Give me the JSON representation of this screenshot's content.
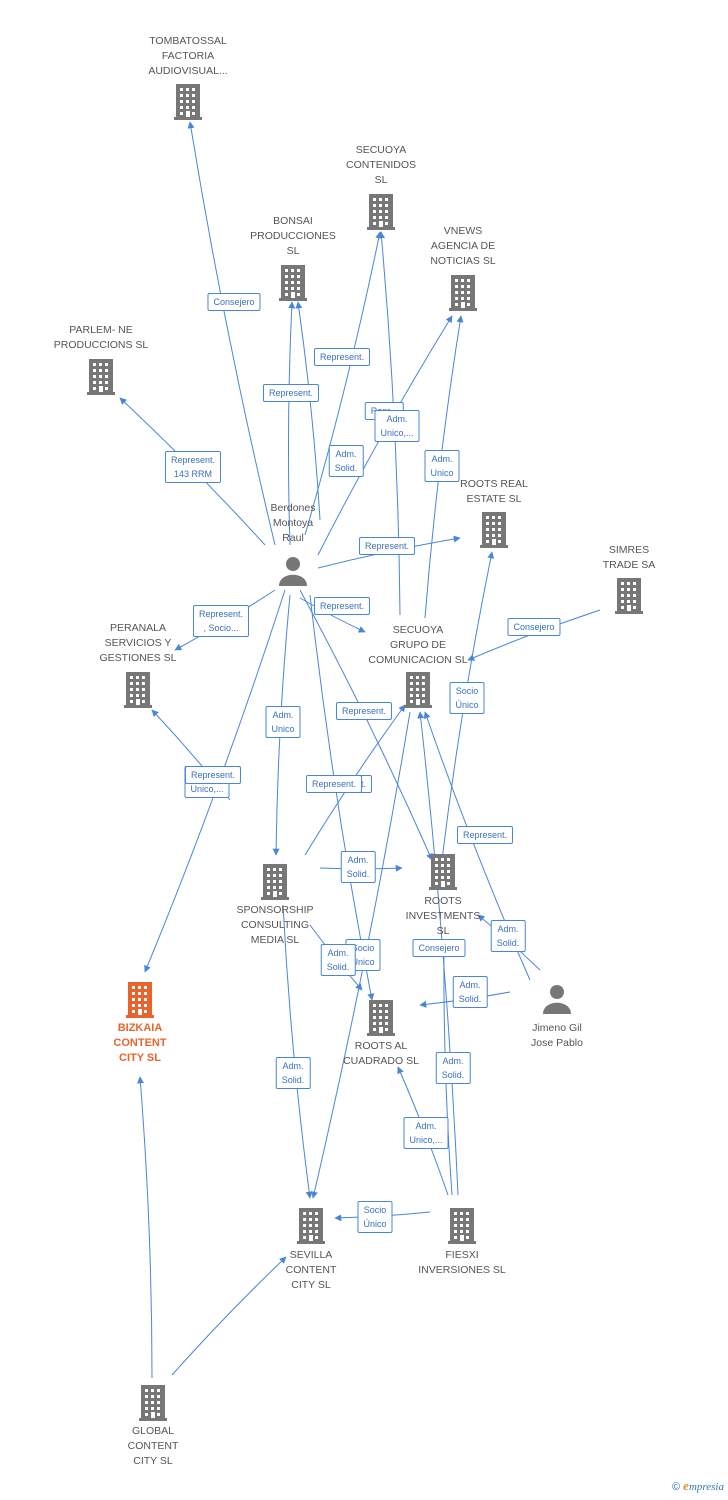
{
  "colors": {
    "edge": "#4a86d8",
    "building": "#777777",
    "main_building": "#e8642c",
    "person": "#777777"
  },
  "nodes": [
    {
      "id": "tombatossal",
      "type": "company",
      "lines": [
        "TOMBATOSSAL",
        "FACTORIA",
        "AUDIOVISUAL..."
      ]
    },
    {
      "id": "secuoya_contenidos",
      "type": "company",
      "lines": [
        "SECUOYA",
        "CONTENIDOS",
        "SL"
      ]
    },
    {
      "id": "bonsai",
      "type": "company",
      "lines": [
        "BONSAI",
        "PRODUCCIONES",
        "SL"
      ]
    },
    {
      "id": "vnews",
      "type": "company",
      "lines": [
        "VNEWS",
        "AGENCIA DE",
        "NOTICIAS SL"
      ]
    },
    {
      "id": "parlem",
      "type": "company",
      "lines": [
        "PARLEM- NE",
        "PRODUCCIONS SL"
      ]
    },
    {
      "id": "roots_real",
      "type": "company",
      "lines": [
        "ROOTS REAL",
        "ESTATE  SL"
      ]
    },
    {
      "id": "simres",
      "type": "company",
      "lines": [
        "SIMRES",
        "TRADE SA"
      ]
    },
    {
      "id": "berdones",
      "type": "person",
      "lines": [
        "Berdones",
        "Montoya",
        "Raul"
      ]
    },
    {
      "id": "peranala",
      "type": "company",
      "lines": [
        "PERANALA",
        "SERVICIOS Y",
        "GESTIONES SL"
      ]
    },
    {
      "id": "secuoya_grupo",
      "type": "company",
      "lines": [
        "SECUOYA",
        "GRUPO DE",
        "COMUNICACION SL"
      ]
    },
    {
      "id": "sponsorship",
      "type": "company",
      "lines": [
        "SPONSORSHIP",
        "CONSULTING",
        "MEDIA SL"
      ]
    },
    {
      "id": "roots_inv",
      "type": "company",
      "lines": [
        "ROOTS",
        "INVESTMENTS",
        "SL"
      ]
    },
    {
      "id": "bizkaia",
      "type": "company",
      "main": true,
      "lines": [
        "BIZKAIA",
        "CONTENT",
        "CITY  SL"
      ]
    },
    {
      "id": "roots_cuad",
      "type": "company",
      "lines": [
        "ROOTS AL",
        "CUADRADO  SL"
      ]
    },
    {
      "id": "jimeno",
      "type": "person",
      "lines": [
        "Jimeno Gil",
        "Jose Pablo"
      ]
    },
    {
      "id": "sevilla",
      "type": "company",
      "lines": [
        "SEVILLA",
        "CONTENT",
        "CITY  SL"
      ]
    },
    {
      "id": "fiesxi",
      "type": "company",
      "lines": [
        "FIESXI",
        "INVERSIONES SL"
      ]
    },
    {
      "id": "global",
      "type": "company",
      "lines": [
        "GLOBAL",
        "CONTENT",
        "CITY  SL"
      ]
    }
  ],
  "edge_labels": [
    {
      "id": "l1",
      "lines": [
        "Consejero"
      ]
    },
    {
      "id": "l2",
      "lines": [
        "Represent."
      ]
    },
    {
      "id": "l3",
      "lines": [
        "Represent."
      ]
    },
    {
      "id": "l4",
      "lines": [
        "Represent.",
        "143 RRM"
      ]
    },
    {
      "id": "l5",
      "lines": [
        "Repr..."
      ]
    },
    {
      "id": "l6",
      "lines": [
        "Adm.",
        "Unico,..."
      ]
    },
    {
      "id": "l7",
      "lines": [
        "Adm.",
        "Solid."
      ]
    },
    {
      "id": "l8",
      "lines": [
        "Adm.",
        "Unico"
      ]
    },
    {
      "id": "l9",
      "lines": [
        "Represent."
      ]
    },
    {
      "id": "l10",
      "lines": [
        "Represent.",
        ", Socio..."
      ]
    },
    {
      "id": "l11",
      "lines": [
        "Represent."
      ]
    },
    {
      "id": "l12",
      "lines": [
        "Consejero"
      ]
    },
    {
      "id": "l13",
      "lines": [
        "Socio",
        "Único"
      ]
    },
    {
      "id": "l14",
      "lines": [
        "Adm.",
        "Unico"
      ]
    },
    {
      "id": "l15",
      "lines": [
        "Represent."
      ]
    },
    {
      "id": "l16",
      "lines": [
        "Adm.",
        "Unico,..."
      ]
    },
    {
      "id": "l17",
      "lines": [
        "Represent."
      ]
    },
    {
      "id": "l18",
      "lines": [
        "Adm.",
        "Solid."
      ]
    },
    {
      "id": "l19",
      "lines": [
        "Represent."
      ]
    },
    {
      "id": "l20",
      "lines": [
        "Represent."
      ]
    },
    {
      "id": "l21",
      "lines": [
        "Consejero"
      ]
    },
    {
      "id": "l22",
      "lines": [
        "Socio",
        "Único"
      ]
    },
    {
      "id": "l23",
      "lines": [
        "Adm.",
        "Solid."
      ]
    },
    {
      "id": "l24",
      "lines": [
        "Represent."
      ]
    },
    {
      "id": "l25",
      "lines": [
        "Adm.",
        "Solid."
      ]
    },
    {
      "id": "l26",
      "lines": [
        "Adm.",
        "Solid."
      ]
    },
    {
      "id": "l27",
      "lines": [
        "Adm.",
        "Solid."
      ]
    },
    {
      "id": "l28",
      "lines": [
        "Adm.",
        "Solid."
      ]
    },
    {
      "id": "l29",
      "lines": [
        "Adm.",
        "Unico,..."
      ]
    },
    {
      "id": "l30",
      "lines": [
        "Socio",
        "Único"
      ]
    }
  ],
  "footer": {
    "copyright": "©",
    "brand_e": "e",
    "brand_rest": "mpresia"
  }
}
